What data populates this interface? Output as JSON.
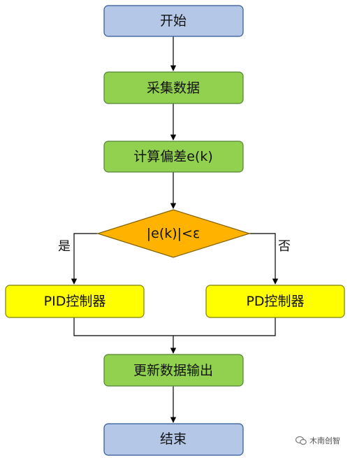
{
  "diagram": {
    "nodes": {
      "start": "开始",
      "collect": "采集数据",
      "compute": "计算偏差e(k)",
      "decision": "|e(k)|<ε",
      "pid": "PID控制器",
      "pd": "PD控制器",
      "update": "更新数据输出",
      "end": "结束"
    },
    "edge_labels": {
      "yes": "是",
      "no": "否"
    }
  },
  "colors": {
    "terminal_fill": "#b4c7e7",
    "terminal_stroke": "#2f5597",
    "process_fill": "#92d050",
    "process_stroke": "#548235",
    "decision_fill": "#ffb300",
    "decision_stroke": "#7f6000",
    "controller_fill": "#ffff00",
    "controller_stroke": "#7f7f00"
  },
  "watermark": {
    "text": "木南创智"
  }
}
